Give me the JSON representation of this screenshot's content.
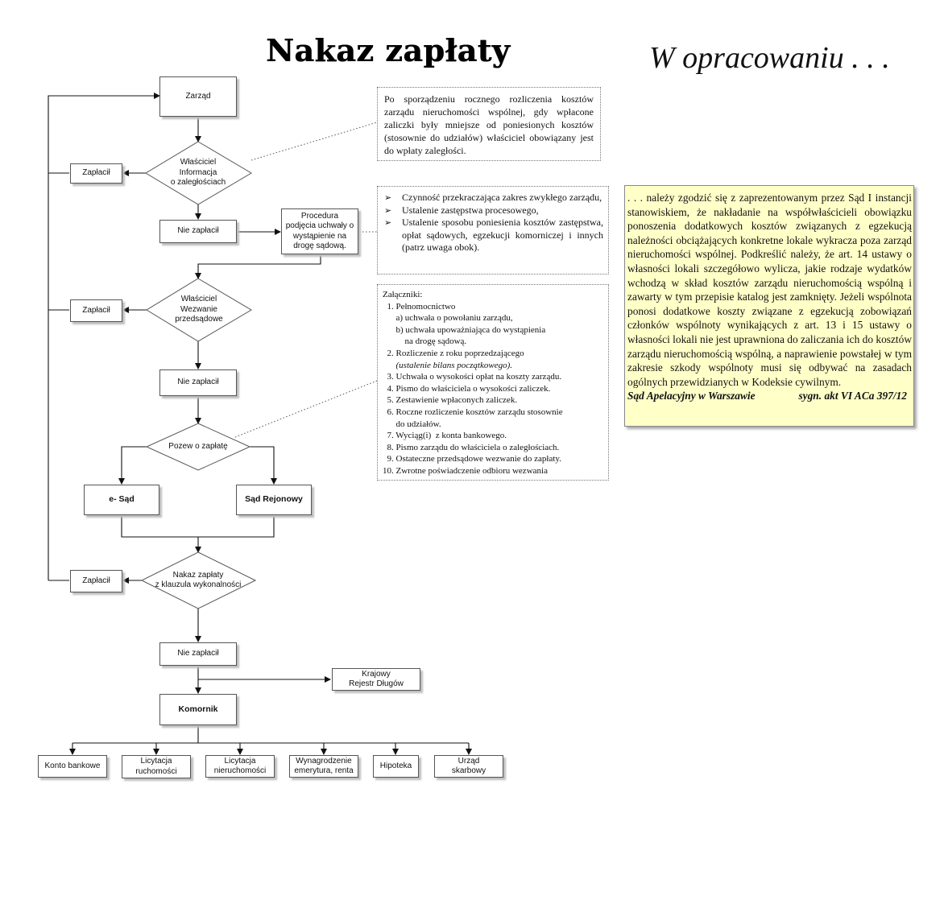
{
  "header": {
    "title": "Nakaz zapłaty",
    "subtitle": "W opracowaniu . . ."
  },
  "flow": {
    "zarzad": "Zarząd",
    "decision_info": "Właściciel\nInformacja\no zaległościach",
    "paid_1": "Zapłacił",
    "not_paid_1": "Nie zapłacił",
    "procedure": "Procedura\npodjęcia uchwały o\nwystąpienie na\ndrogę sądową.",
    "decision_summons": "Właściciel\nWezwanie\nprzedsądowe",
    "paid_2": "Zapłacił",
    "not_paid_2": "Nie zapłacił",
    "decision_lawsuit": "Pozew o zapłatę",
    "e_court": "e- Sąd",
    "district_court": "Sąd Rejonowy",
    "decision_order": "Nakaz zapłaty\nz klauzula wykonalności",
    "paid_3": "Zapłacił",
    "not_paid_3": "Nie zapłacił",
    "debt_registry": "Krajowy\nRejestr Długów",
    "bailiff": "Komornik",
    "targets": [
      "Konto bankowe",
      "Licytacja\nruchomości",
      "Licytacja\nnieruchomości",
      "Wynagrodzenie\nemerytura, renta",
      "Hipoteka",
      "Urząd\nskarbowy"
    ]
  },
  "notes": {
    "annual_settlement": "Po sporządzeniu rocznego rozliczenia kosztów zarządu nieruchomości wspólnej, gdy wpłacone zaliczki były mniejsze od poniesionych kosztów (stosownie do udziałów) właściciel obowiązany jest do wpłaty zaległości.",
    "actions": [
      "Czynność przekraczająca zakres zwykłego zarządu,",
      "Ustalenie zastępstwa procesowego,",
      "Ustalenie sposobu poniesienia kosztów zastępstwa, opłat sądowych, egzekucji komorniczej i innych (patrz uwaga obok)."
    ],
    "attachments_title": "Załączniki:",
    "attachments": [
      "  1. Pełnomocnictwo",
      "      a) uchwała o powołaniu zarządu,",
      "      b) uchwała upoważniająca do wystąpienia",
      "          na drogę sądową.",
      "  2. Rozliczenie z roku poprzedzającego",
      "      (ustalenie bilans początkowego).",
      "  3. Uchwała o wysokości opłat na koszty zarządu.",
      "  4. Pismo do właściciela o wysokości zaliczek.",
      "  5. Zestawienie wpłaconych zaliczek.",
      "  6. Roczne rozliczenie kosztów zarządu stosownie",
      "      do udziałów.",
      "  7. Wyciąg(i)  z konta bankowego.",
      "  8. Pismo zarządu do właściciela o zaległościach.",
      "  9. Ostateczne przedsądowe wezwanie do zapłaty.",
      "10. Zwrotne poświadczenie odbioru wezwania"
    ]
  },
  "ruling": {
    "text": ". . . należy zgodzić się z zaprezentowanym przez Sąd I instancji stanowiskiem, że nakładanie na współwłaścicieli obowiązku ponoszenia dodatkowych kosztów związanych z egzekucją należności obciążających konkretne lokale wykracza poza zarząd nieruchomości wspólnej. Podkreślić należy, że art. 14 ustawy o własności lokali szczegółowo wylicza, jakie rodzaje wydatków wchodzą w skład kosztów zarządu nieruchomością wspólną i zawarty w tym przepisie katalog jest zamknięty. Jeżeli wspólnota ponosi dodatkowe koszty związane z egzekucją zobowiązań członków wspólnoty wynikających z art. 13 i 15 ustawy o własności lokali nie jest uprawniona do zaliczania ich do kosztów zarządu nieruchomością wspólną, a naprawienie powstałej w tym zakresie szkody wspólnoty musi się odbywać na zasadach ogólnych przewidzianych w Kodeksie cywilnym.",
    "court": "Sąd Apelacyjny w Warszawie",
    "signature": "sygn. akt VI ACa 397/12"
  }
}
